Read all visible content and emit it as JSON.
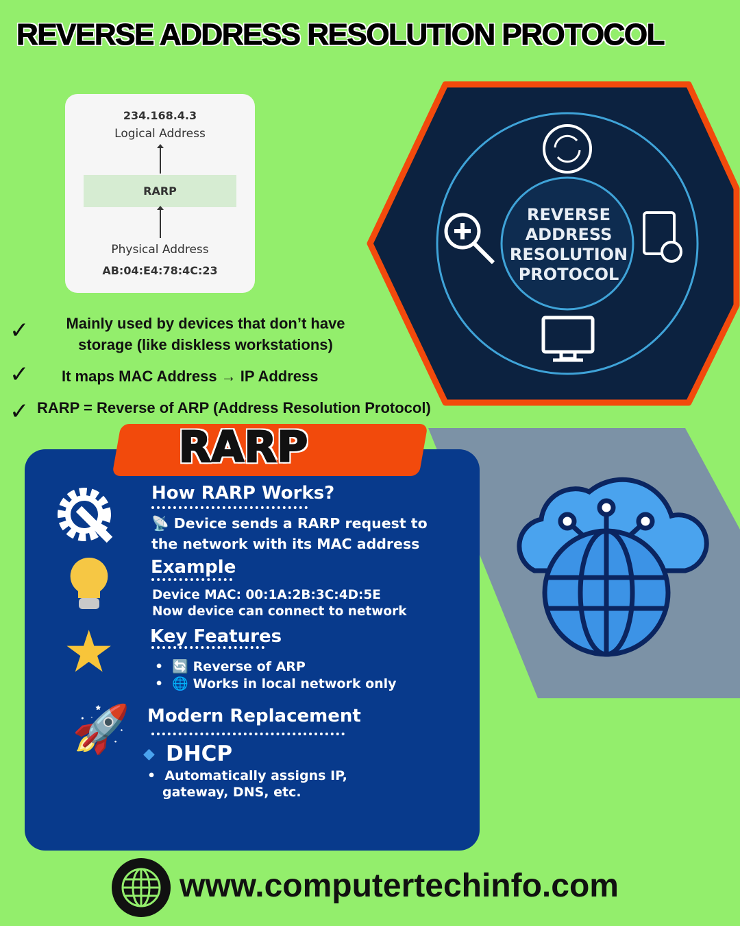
{
  "title": "REVERSE ADDRESS RESOLUTION PROTOCOL",
  "diagram": {
    "ip": "234.168.4.3",
    "logical_label": "Logical Address",
    "box": "RARP",
    "physical_label": "Physical Address",
    "mac": "AB:04:E4:78:4C:23"
  },
  "hexagon": {
    "text": [
      "REVERSE",
      "ADDRESS",
      "RESOLUTION",
      "PROTOCOL"
    ]
  },
  "checklist": [
    {
      "line1": "Mainly used by devices that don’t have",
      "line2": "storage (like diskless workstations)"
    },
    {
      "line1": "It maps MAC Address → IP Address"
    },
    {
      "line1": "RARP = Reverse of ARP (Address Resolution Protocol)"
    }
  ],
  "tab_label": "RARP",
  "sections": {
    "how": {
      "heading": "How RARP Works?",
      "icon": "satellite-icon",
      "line1": "Device sends a RARP request to",
      "line2": "the network with its MAC address"
    },
    "example": {
      "heading": "Example",
      "line1": "Device MAC: 00:1A:2B:3C:4D:5E",
      "line2": "Now device can connect to network"
    },
    "features": {
      "heading": "Key Features",
      "items": [
        {
          "icon": "refresh-icon",
          "text": "Reverse of ARP"
        },
        {
          "icon": "globe-icon",
          "text": "Works in local network only"
        }
      ]
    },
    "modern": {
      "heading": "Modern Replacement",
      "sub": "DHCP",
      "bullet1": "Automatically assigns IP,",
      "bullet2": "gateway, DNS, etc."
    }
  },
  "footer": {
    "url": "www.computertechinfo.com"
  },
  "colors": {
    "background": "#93ee6c",
    "card": "#083a8c",
    "accent": "#f24a0c",
    "hexagon": "#0c2240"
  }
}
